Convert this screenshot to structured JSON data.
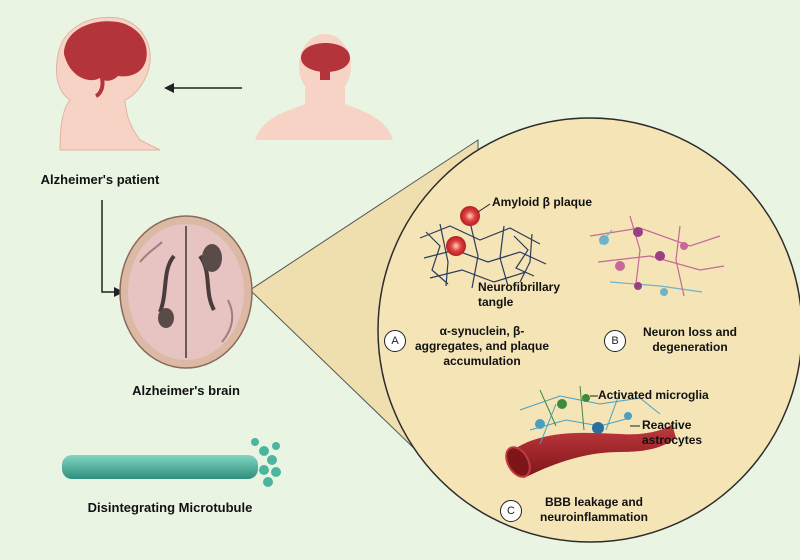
{
  "labels": {
    "patient": "Alzheimer's patient",
    "brain": "Alzheimer's brain",
    "microtubule": "Disintegrating Microtubule",
    "amyloid": "Amyloid β plaque",
    "tangle_line1": "Neurofibrillary",
    "tangle_line2": "tangle",
    "a_line1": "α-synuclein, β-",
    "a_line2": "aggregates, and plaque",
    "a_line3": "accumulation",
    "b_line1": "Neuron loss and",
    "b_line2": "degeneration",
    "microglia": "Activated microglia",
    "astro_line1": "Reactive",
    "astro_line2": "astrocytes",
    "c_line1": "BBB leakage and",
    "c_line2": "neuroinflammation"
  },
  "badges": {
    "a": "A",
    "b": "B",
    "c": "C"
  },
  "colors": {
    "background": "#e9f4e2",
    "zoom_circle": "#f4e4b6",
    "zoom_stroke": "#2c2c2c",
    "skin": "#f6d3c4",
    "brain_red": "#b3343a",
    "vessel": "#9e1e24",
    "microtubule": "#4bb5a0"
  }
}
